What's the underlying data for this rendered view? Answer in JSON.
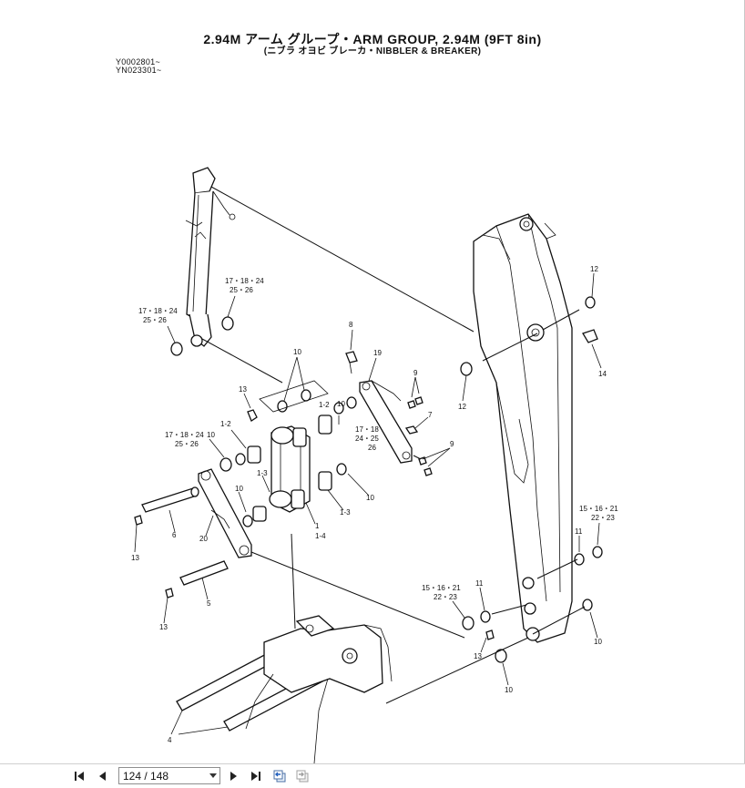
{
  "document": {
    "title": "2.94M アーム グループ・ARM GROUP, 2.94M (9FT 8in)",
    "subtitle": "(ニブラ オヨビ ブレーカ・NIBBLER & BREAKER)",
    "serials": [
      "Y0002801~",
      "YN023301~"
    ]
  },
  "callouts": [
    {
      "id": "c-12-a",
      "text": "12"
    },
    {
      "id": "c-14",
      "text": "14"
    },
    {
      "id": "c-12-b",
      "text": "12"
    },
    {
      "id": "c-17-a1",
      "text": "17・18・24"
    },
    {
      "id": "c-17-a2",
      "text": "25・26"
    },
    {
      "id": "c-17-b1",
      "text": "17・18・24"
    },
    {
      "id": "c-17-b2",
      "text": "25・26"
    },
    {
      "id": "c-8",
      "text": "8"
    },
    {
      "id": "c-19",
      "text": "19"
    },
    {
      "id": "c-10-a",
      "text": "10"
    },
    {
      "id": "c-9-a",
      "text": "9"
    },
    {
      "id": "c-13-a",
      "text": "13"
    },
    {
      "id": "c-1-2-a",
      "text": "1-2"
    },
    {
      "id": "c-1-2-b",
      "text": "1-2"
    },
    {
      "id": "c-10-b",
      "text": "10"
    },
    {
      "id": "c-17-c1",
      "text": "17・18"
    },
    {
      "id": "c-17-c2",
      "text": "24・25"
    },
    {
      "id": "c-17-c3",
      "text": "26"
    },
    {
      "id": "c-7",
      "text": "7"
    },
    {
      "id": "c-9-b",
      "text": "9"
    },
    {
      "id": "c-17-d1",
      "text": "17・18・24"
    },
    {
      "id": "c-17-d2",
      "text": "25・26"
    },
    {
      "id": "c-10-c",
      "text": "10"
    },
    {
      "id": "c-1-3-a",
      "text": "1-3"
    },
    {
      "id": "c-10-d",
      "text": "10"
    },
    {
      "id": "c-10-e",
      "text": "10"
    },
    {
      "id": "c-1-3-b",
      "text": "1-3"
    },
    {
      "id": "c-1",
      "text": "1"
    },
    {
      "id": "c-1-4",
      "text": "1-4"
    },
    {
      "id": "c-6",
      "text": "6"
    },
    {
      "id": "c-20",
      "text": "20"
    },
    {
      "id": "c-13-b",
      "text": "13"
    },
    {
      "id": "c-5",
      "text": "5"
    },
    {
      "id": "c-13-c",
      "text": "13"
    },
    {
      "id": "c-15-a1",
      "text": "15・16・21"
    },
    {
      "id": "c-15-a2",
      "text": "22・23"
    },
    {
      "id": "c-11-a",
      "text": "11"
    },
    {
      "id": "c-15-b1",
      "text": "15・16・21"
    },
    {
      "id": "c-15-b2",
      "text": "22・23"
    },
    {
      "id": "c-11-b",
      "text": "11"
    },
    {
      "id": "c-10-f",
      "text": "10"
    },
    {
      "id": "c-13-d",
      "text": "13"
    },
    {
      "id": "c-10-g",
      "text": "10"
    },
    {
      "id": "c-4",
      "text": "4"
    }
  ],
  "toolbar": {
    "current_page": "124",
    "page_count": "148",
    "page_display": "124 / 148"
  }
}
